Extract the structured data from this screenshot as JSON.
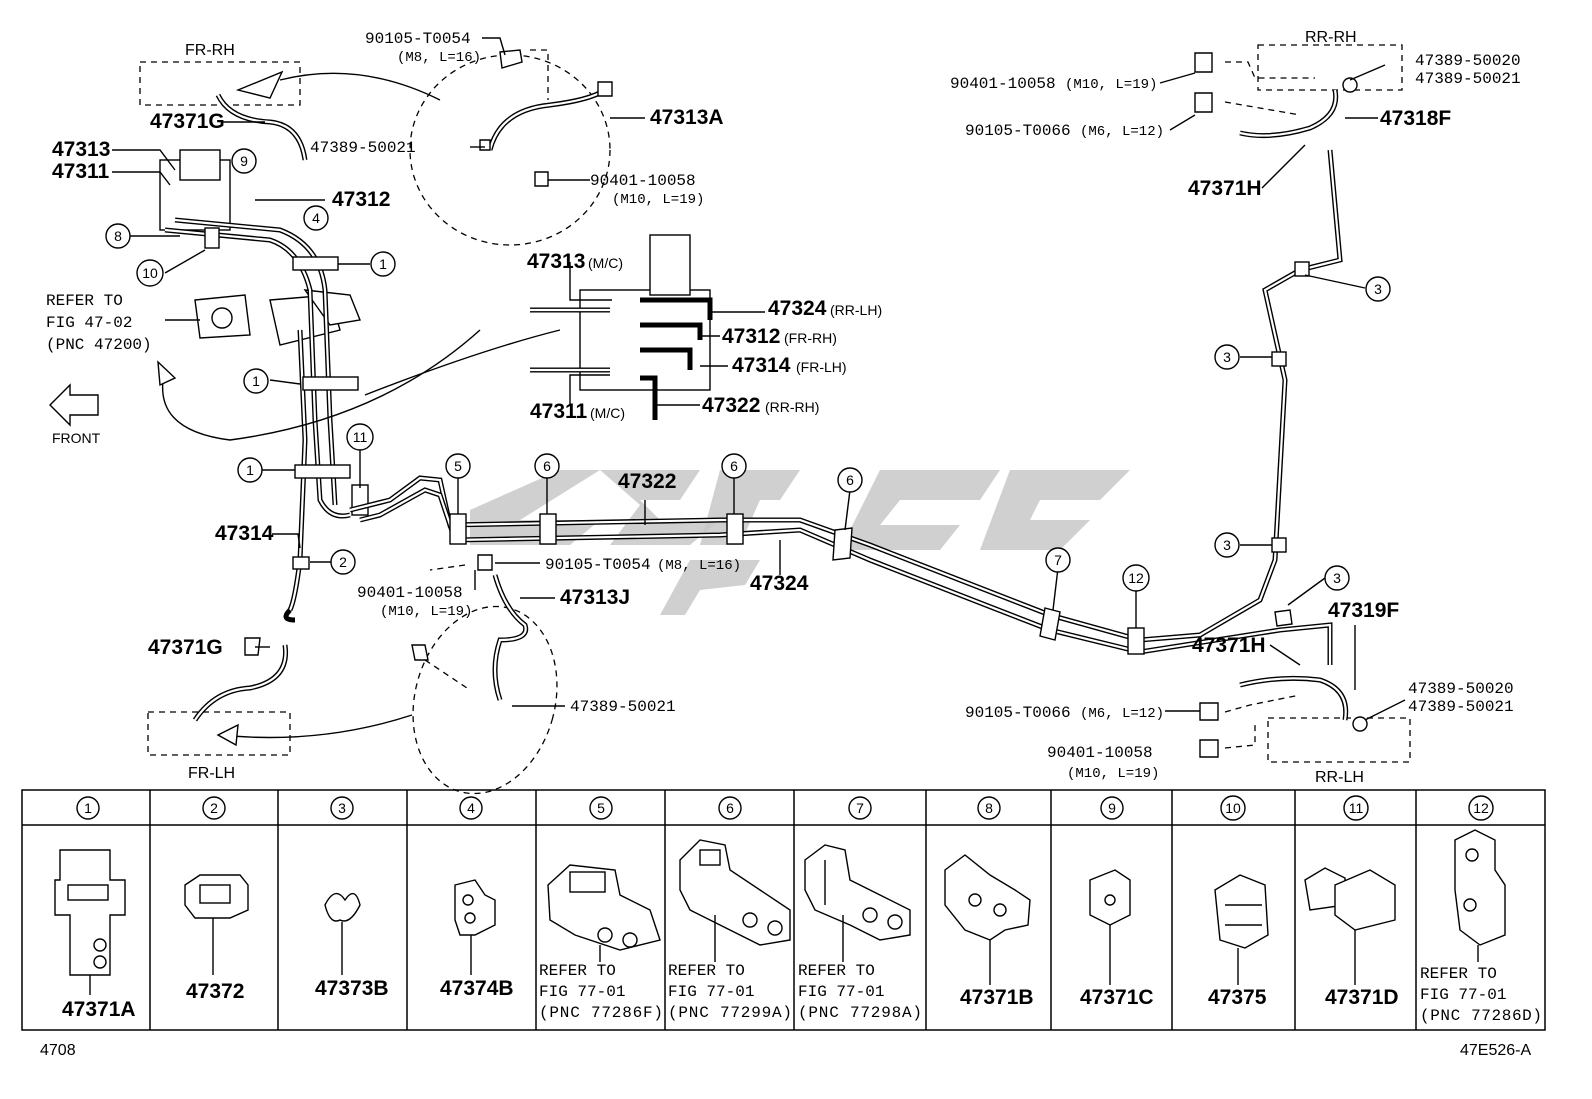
{
  "callouts": {
    "fr_rh": "FR-RH",
    "fr_lh": "FR-LH",
    "rr_rh": "RR-RH",
    "rr_lh": "RR-LH",
    "front": "FRONT",
    "refer_fig_1": "REFER TO",
    "refer_fig_2": "FIG 47-02",
    "refer_fig_3": "(PNC 47200)"
  },
  "parts": {
    "p90105_T0054_top": "90105-T0054",
    "p90105_T0054_top_spec": "(M8, L=16)",
    "p47313A": "47313A",
    "p47389_50021_top": "47389-50021",
    "p90401_10058_top": "90401-10058",
    "p90401_10058_top_spec": "(M10, L=19)",
    "p47371G_top": "47371G",
    "p47313": "47313",
    "p47311": "47311",
    "p47312": "47312",
    "p47313mc": "47313",
    "p47313mc_sub": "(M/C)",
    "p47311mc": "47311",
    "p47311mc_sub": "(M/C)",
    "p47324rr": "47324",
    "p47324rr_sub": "(RR-LH)",
    "p47312fr": "47312",
    "p47312fr_sub": "(FR-RH)",
    "p47314fr": "47314",
    "p47314fr_sub": "(FR-LH)",
    "p47322rr": "47322",
    "p47322rr_sub": "(RR-RH)",
    "p47322": "47322",
    "p47324": "47324",
    "p47314": "47314",
    "p90105_T0054_mid": "90105-T0054",
    "p90105_T0054_mid_spec": "(M8, L=16)",
    "p90401_10058_mid": "90401-10058",
    "p90401_10058_mid_spec": "(M10, L=19)",
    "p47313J": "47313J",
    "p47371G_bot": "47371G",
    "p47389_50021_bot": "47389-50021",
    "p90401_10058_rr_top": "90401-10058",
    "p90401_10058_rr_top_spec": "(M10, L=19)",
    "p90105_T0066_rr_top": "90105-T0066",
    "p90105_T0066_rr_top_spec": "(M6, L=12)",
    "p47389_50020_top": "47389-50020",
    "p47389_50021_rtop": "47389-50021",
    "p47318F": "47318F",
    "p47371H_top": "47371H",
    "p47319F": "47319F",
    "p47371H_bot": "47371H",
    "p90105_T0066_rr_bot": "90105-T0066",
    "p90105_T0066_rr_bot_spec": "(M6, L=12)",
    "p90401_10058_rr_bot": "90401-10058",
    "p90401_10058_rr_bot_spec": "(M10, L=19)",
    "p47389_50020_bot": "47389-50020",
    "p47389_50021_rbot": "47389-50021"
  },
  "numbers": [
    "1",
    "2",
    "3",
    "4",
    "5",
    "6",
    "7",
    "8",
    "9",
    "10",
    "11",
    "12"
  ],
  "table": {
    "headers": [
      "1",
      "2",
      "3",
      "4",
      "5",
      "6",
      "7",
      "8",
      "9",
      "10",
      "11",
      "12"
    ],
    "cells": [
      {
        "part": "47371A"
      },
      {
        "part": "47372"
      },
      {
        "part": "47373B"
      },
      {
        "part": "47374B"
      },
      {
        "refer": [
          "REFER TO",
          "FIG 77-01",
          "(PNC 77286F)"
        ]
      },
      {
        "refer": [
          "REFER TO",
          "FIG 77-01",
          "(PNC 77299A)"
        ]
      },
      {
        "refer": [
          "REFER TO",
          "FIG 77-01",
          "(PNC 77298A)"
        ]
      },
      {
        "part": "47371B"
      },
      {
        "part": "47371C"
      },
      {
        "part": "47375"
      },
      {
        "part": "47371D"
      },
      {
        "refer": [
          "REFER TO",
          "FIG 77-01",
          "(PNC 77286D)"
        ]
      }
    ]
  },
  "footer": {
    "left": "4708",
    "right": "47E526-A"
  }
}
